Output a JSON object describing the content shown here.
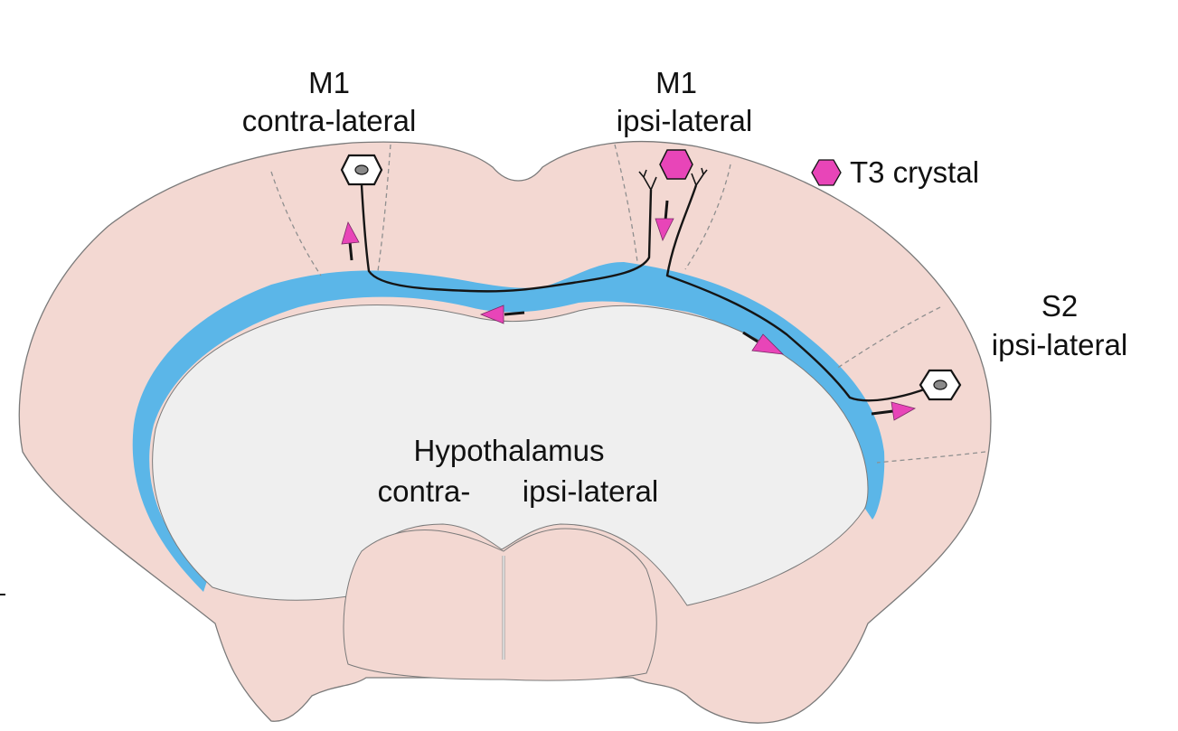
{
  "labels": {
    "m1_contra_title": "M1",
    "m1_contra_sub": "contra-lateral",
    "m1_ipsi_title": "M1",
    "m1_ipsi_sub": "ipsi-lateral",
    "s2_title": "S2",
    "s2_sub": "ipsi-lateral",
    "hypothalamus": "Hypothalamus",
    "hypo_contra": "contra-",
    "hypo_ipsi": "ipsi-lateral"
  },
  "legend": {
    "t3_crystal": "T3 crystal"
  },
  "colors": {
    "cortex": "#f3d8d2",
    "white_matter": "#5bb6e8",
    "interior": "#efefef",
    "marker": "#e845b8",
    "outline": "#7a7a7a",
    "axon": "#151515"
  },
  "icons": {
    "neuron": "hexagon-neuron-icon",
    "crystal": "magenta-hexagon-icon",
    "arrow": "magenta-arrow-icon"
  }
}
